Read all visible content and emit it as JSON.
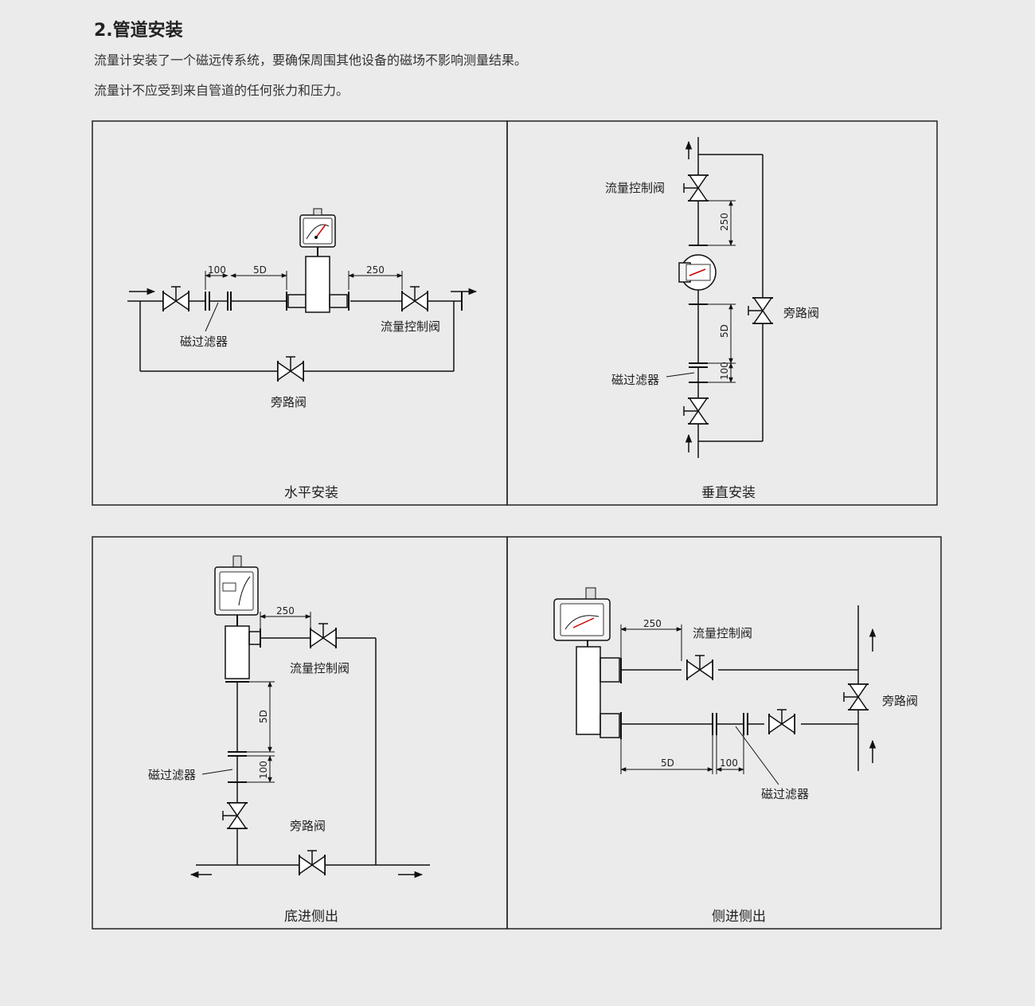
{
  "header": {
    "title": "2.管道安装",
    "paragraphs": [
      "流量计安装了一个磁远传系统，要确保周围其他设备的磁场不影响测量结果。",
      "流量计不应受到来自管道的任何张力和压力。"
    ]
  },
  "labels": {
    "flow_control_valve": "流量控制阀",
    "magnetic_filter": "磁过滤器",
    "bypass_valve": "旁路阀"
  },
  "dimensions": {
    "d100": "100",
    "d5d": "5D",
    "d250": "250"
  },
  "captions": {
    "horizontal": "水平安装",
    "vertical": "垂直安装",
    "bottom_in_side_out": "底进侧出",
    "side_in_side_out": "侧进侧出"
  }
}
